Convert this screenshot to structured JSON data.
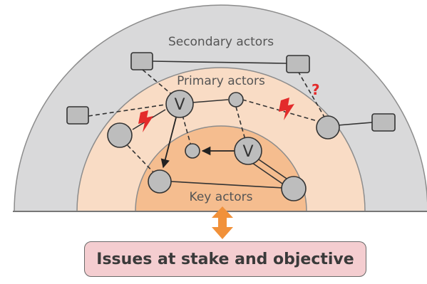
{
  "zones": {
    "secondary": "Secondary actors",
    "primary": "Primary actors",
    "key": "Key actors"
  },
  "node_labels": {
    "primary_v": "V",
    "key_v": "V"
  },
  "question_mark": "?",
  "issue_box": "Issues at stake and objective",
  "colors": {
    "secondary_zone": "#d9d9da",
    "primary_zone": "#f9dcc5",
    "key_zone": "#f5bd8f",
    "zone_outline": "#8c8c8c",
    "node_fill": "#bdbdbd",
    "conflict": "#e32b2b",
    "arrow": "#f1913a",
    "issue_box": "#f4cdd0"
  },
  "icons": {
    "conflict": "lightning-bolt-icon",
    "link": "double-headed-arrow-icon"
  }
}
